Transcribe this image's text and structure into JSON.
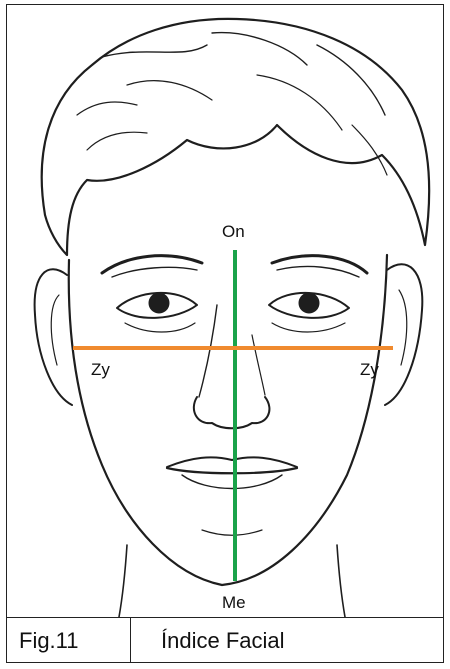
{
  "figure": {
    "points": {
      "on": "On",
      "me": "Me",
      "zy_left": "Zy",
      "zy_right": "Zy"
    },
    "colors": {
      "vertical_line": "#1aa34a",
      "horizontal_line": "#f08a2e",
      "sketch": "#1e1e1e"
    }
  },
  "caption": {
    "number": "Fig.11",
    "title": "Índice Facial"
  }
}
